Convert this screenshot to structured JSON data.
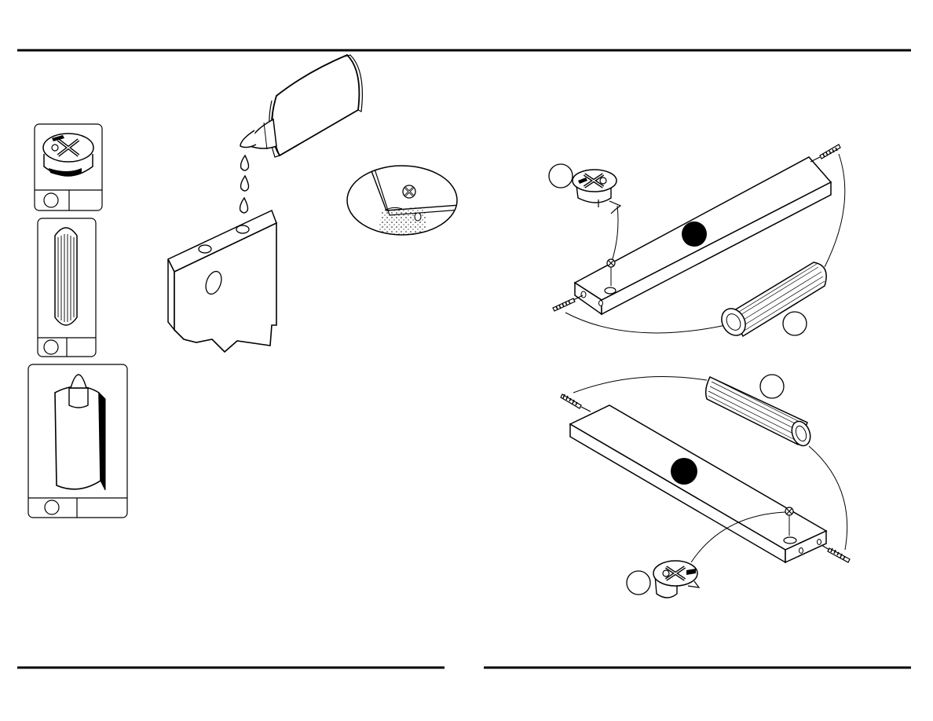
{
  "page": {
    "background": "#ffffff",
    "ink": "#000000"
  },
  "parts_legend": [
    {
      "name": "cam-lock",
      "icon": "cam-lock-icon",
      "label": ""
    },
    {
      "name": "wood-dowel",
      "icon": "dowel-icon",
      "label": ""
    },
    {
      "name": "glue-bottle",
      "icon": "glue-bottle-icon",
      "label": ""
    }
  ],
  "steps": [
    {
      "name": "apply-glue",
      "items": [
        "glue-bottle-icon",
        "glue-drop-icon",
        "panel-icon",
        "hole-detail-icon"
      ]
    },
    {
      "name": "assemble-top-shelf",
      "items": [
        "cam-lock-icon",
        "screw-icon",
        "dowel-icon",
        "shelf-panel-icon"
      ]
    },
    {
      "name": "assemble-bottom-shelf",
      "items": [
        "cam-lock-icon",
        "screw-icon",
        "dowel-icon",
        "shelf-panel-icon"
      ]
    }
  ]
}
